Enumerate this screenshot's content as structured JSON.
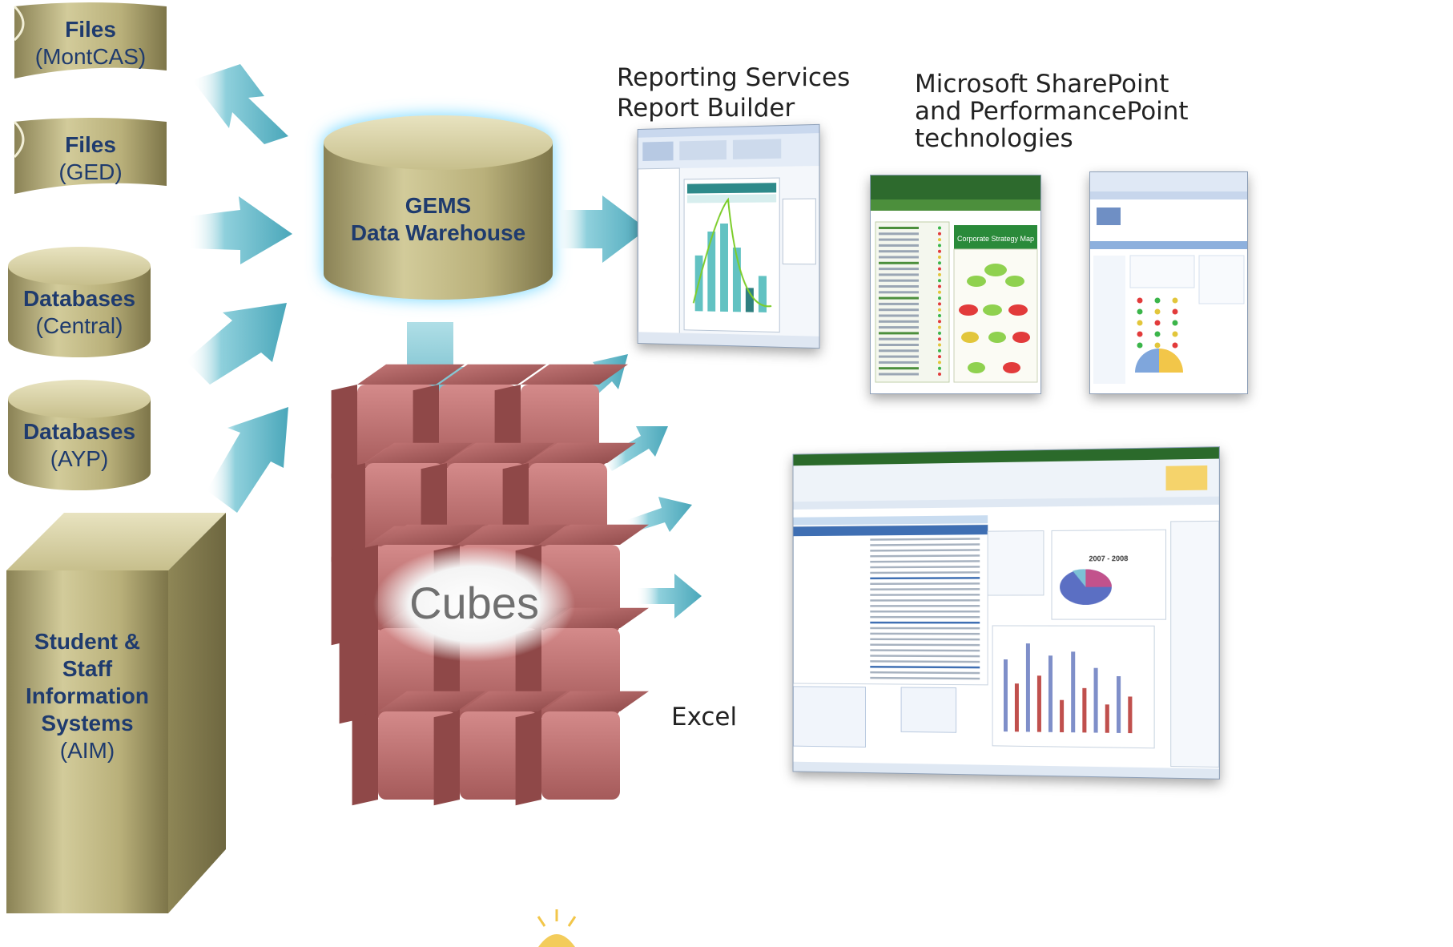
{
  "sources": [
    {
      "title": "Files",
      "subtitle": "(MontCAS)"
    },
    {
      "title": "Files",
      "subtitle": "(GED)"
    },
    {
      "title": "Databases",
      "subtitle": "(Central)"
    },
    {
      "title": "Databases",
      "subtitle": "(AYP)"
    },
    {
      "title_lines": [
        "Student &",
        "Staff",
        "Information",
        "Systems"
      ],
      "subtitle": "(AIM)"
    }
  ],
  "warehouse": {
    "line1": "GEMS",
    "line2": "Data Warehouse"
  },
  "cubes": {
    "label": "Cubes"
  },
  "tools": {
    "report_builder": {
      "line1": "Reporting Services",
      "line2": "Report Builder"
    },
    "sharepoint": {
      "line1": "Microsoft SharePoint",
      "line2": "and PerformancePoint",
      "line3": "technologies"
    },
    "excel": "Excel"
  },
  "screens": {
    "pp_map_title": "Corporate Strategy Map",
    "excel_pie_title": "2007 - 2008"
  },
  "colors": {
    "source_fill": "#b9b27f",
    "label_text": "#1f3b6e",
    "arrow": "#5fb8c8",
    "cube": "#b76b6b"
  }
}
